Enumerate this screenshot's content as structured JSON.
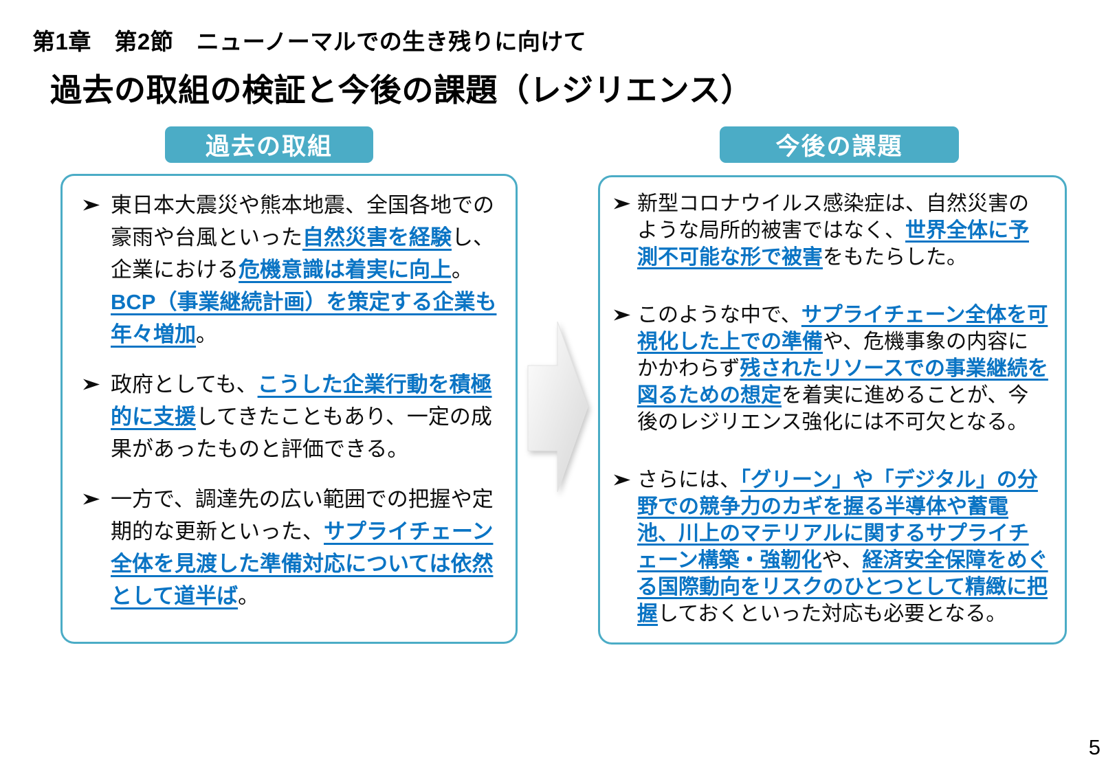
{
  "page": {
    "kicker": "第1章　第2節　ニューノーマルでの生き残りに向けて",
    "title": "過去の取組の検証と今後の課題（レジリエンス）",
    "page_number": "5"
  },
  "colors": {
    "teal": "#4BACC6",
    "emphasis_blue": "#0A74C4",
    "text_black": "#0D0D0D",
    "arrow_gray": "#D6D6D6"
  },
  "icons": {
    "bullet_marker": "arrowhead-right-icon",
    "transition_arrow": "block-arrow-right-icon"
  },
  "columns": [
    {
      "id": "past",
      "header": "過去の取組",
      "bullets": [
        [
          {
            "text": "東日本大震災や熊本地震、全国各地での豪雨や台風といった",
            "em": false
          },
          {
            "text": "自然災害を経験",
            "em": true
          },
          {
            "text": "し、企業における",
            "em": false
          },
          {
            "text": "危機意識は着実に向上",
            "em": true
          },
          {
            "text": "。",
            "em": false
          },
          {
            "text": "BCP（事業継続計画）を策定する企業も年々増加",
            "em": true
          },
          {
            "text": "。",
            "em": false
          }
        ],
        [
          {
            "text": "政府としても、",
            "em": false
          },
          {
            "text": "こうした企業行動を積極的に支援",
            "em": true
          },
          {
            "text": "してきたこともあり、一定の成果があったものと評価できる。",
            "em": false
          }
        ],
        [
          {
            "text": "一方で、調達先の広い範囲での把握や定期的な更新といった、",
            "em": false
          },
          {
            "text": "サプライチェーン全体を見渡した準備対応については依然として道半ば",
            "em": true
          },
          {
            "text": "。",
            "em": false
          }
        ]
      ]
    },
    {
      "id": "future",
      "header": "今後の課題",
      "bullets": [
        [
          {
            "text": "新型コロナウイルス感染症は、自然災害のような局所的被害ではなく、",
            "em": false
          },
          {
            "text": "世界全体に予測不可能な形で被害",
            "em": true
          },
          {
            "text": "をもたらした。",
            "em": false
          }
        ],
        [
          {
            "text": "このような中で、",
            "em": false
          },
          {
            "text": "サプライチェーン全体を可視化した上での準備",
            "em": true
          },
          {
            "text": "や、危機事象の内容にかかわらず",
            "em": false
          },
          {
            "text": "残されたリソースでの事業継続を図るための想定",
            "em": true
          },
          {
            "text": "を着実に進めることが、今後のレジリエンス強化には不可欠となる。",
            "em": false
          }
        ],
        [
          {
            "text": "さらには、",
            "em": false
          },
          {
            "text": "「グリーン」や「デジタル」の分野での競争力のカギを握る半導体や蓄電池、川上のマテリアルに関するサプライチェーン構築・強靭化",
            "em": true
          },
          {
            "text": "や、",
            "em": false
          },
          {
            "text": "経済安全保障をめぐる国際動向をリスクのひとつとして精緻に把握",
            "em": true
          },
          {
            "text": "しておくといった対応も必要となる。",
            "em": false
          }
        ]
      ]
    }
  ]
}
